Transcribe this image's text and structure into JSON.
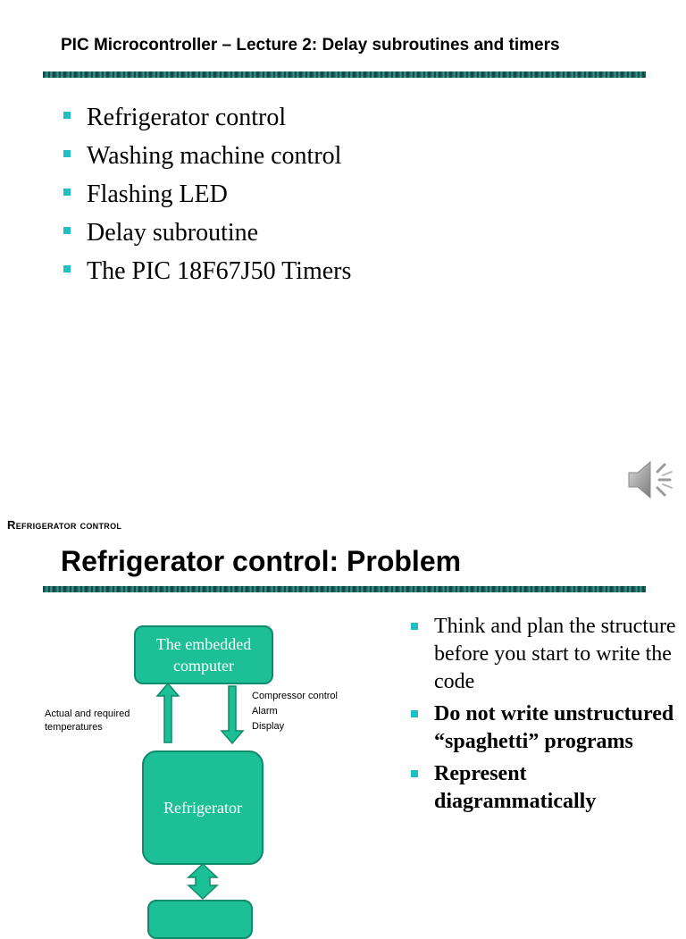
{
  "slide1": {
    "title": "PIC Microcontroller – Lecture 2: Delay subroutines and timers",
    "bullets": [
      "Refrigerator control",
      "Washing machine control",
      "Flashing LED",
      "Delay subroutine",
      "The PIC 18F67J50 Timers"
    ]
  },
  "speaker": {
    "icon": "speaker-audio-icon"
  },
  "slide2": {
    "section_label": "Refrigerator control",
    "title": "Refrigerator control: Problem",
    "diagram": {
      "computer_label": "The embedded computer",
      "fridge_label": "Refrigerator",
      "left_label": [
        "Actual and required",
        "temperatures"
      ],
      "right_label": [
        "Compressor control",
        "Alarm",
        "Display"
      ]
    },
    "bullets": [
      "Think and plan the structure before you start to write the code",
      "Do not write unstructured “spaghetti” programs",
      "Represent diagrammatically"
    ]
  },
  "colors": {
    "box_fill": "#1dbf97",
    "box_border": "#0f8a6a",
    "bullet": "#1fbfc4"
  }
}
